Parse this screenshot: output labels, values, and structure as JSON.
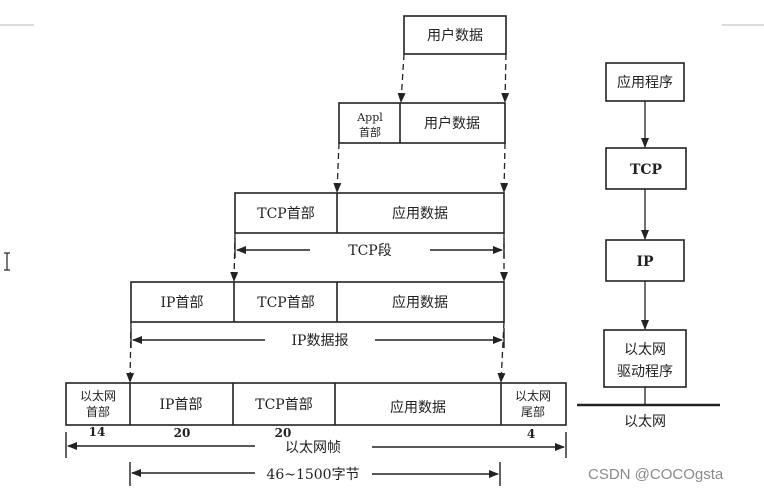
{
  "encapsulation": {
    "row1": [
      "用户数据"
    ],
    "row2": [
      "Appl",
      "首部",
      "用户数据"
    ],
    "row3": [
      "TCP首部",
      "应用数据"
    ],
    "tcp_segment_label": "TCP段",
    "row4": [
      "IP首部",
      "TCP首部",
      "应用数据"
    ],
    "ip_datagram_label": "IP数据报",
    "row5": [
      "以太网",
      "首部",
      "IP首部",
      "TCP首部",
      "应用数据",
      "以太网",
      "尾部"
    ],
    "sizes": [
      "14",
      "20",
      "20",
      "4"
    ],
    "ethernet_frame_label": "以太网帧",
    "payload_range_label": "46~1500字节"
  },
  "stack": {
    "layers": [
      "应用程序",
      "TCP",
      "IP",
      "以太网",
      "驱动程序"
    ],
    "medium_label": "以太网"
  },
  "watermark": "CSDN @COCOgsta"
}
